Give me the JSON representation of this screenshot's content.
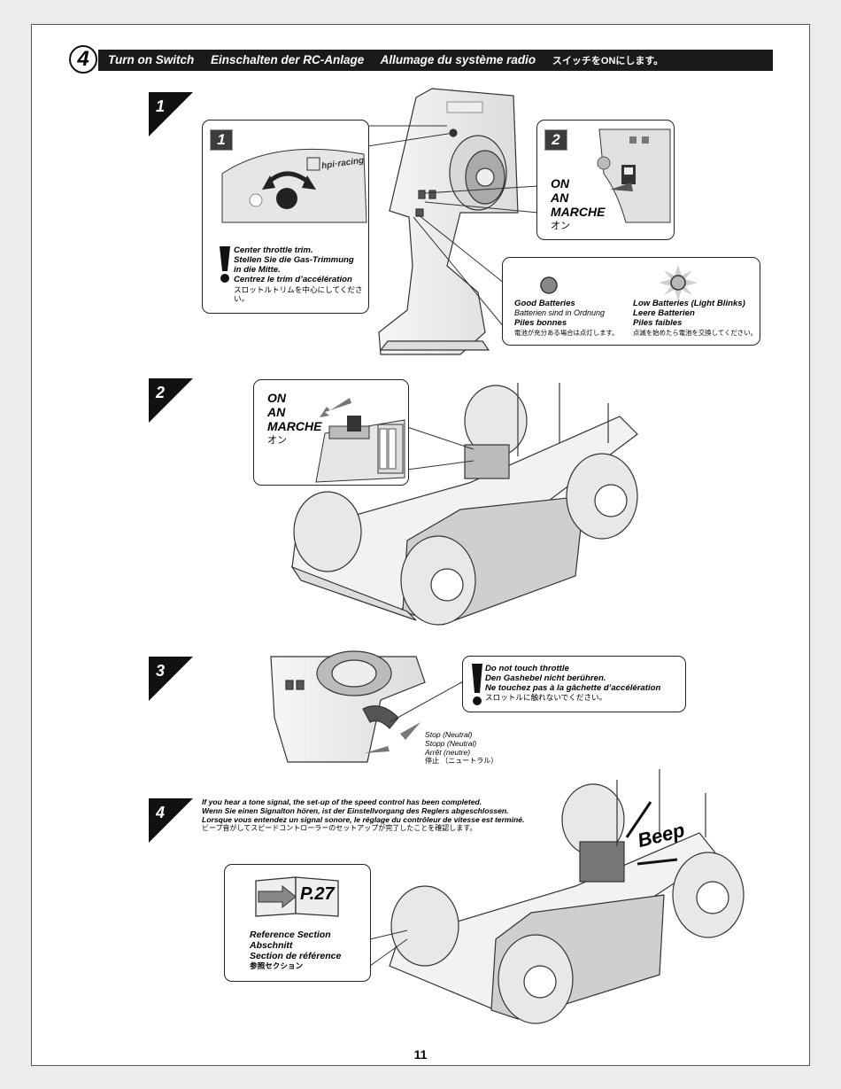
{
  "header": {
    "step_number": "4",
    "title_en": "Turn on Switch",
    "title_de": "Einschalten der RC-Anlage",
    "title_fr": "Allumage du système radio",
    "title_jp": "スイッチをONにします。"
  },
  "steps": {
    "s1": "1",
    "s2": "2",
    "s3": "3",
    "s4": "4"
  },
  "step1": {
    "callout1": {
      "badge": "1",
      "logo_text": "hpi·racing",
      "notes": [
        "Center throttle trim.",
        "Stellen Sie die Gas-Trimmung",
        "in die Mitte.",
        "Centrez le trim d’accélération",
        "スロットルトリムを中心にしてください。"
      ]
    },
    "callout2": {
      "badge": "2",
      "on_labels": [
        "ON",
        "AN",
        "MARCHE",
        "オン"
      ]
    },
    "batteries": {
      "good": [
        "Good Batteries",
        "Batterien sind in Ordnung",
        "Piles bonnes",
        "電池が充分ある場合は点灯します。"
      ],
      "low": [
        "Low Batteries (Light Blinks)",
        "Leere Batterien",
        "Piles faibles",
        "点滅を始めたら電池を交換してください。"
      ]
    }
  },
  "step2": {
    "on_labels": [
      "ON",
      "AN",
      "MARCHE",
      "オン"
    ]
  },
  "step3": {
    "warning": [
      "Do not touch throttle",
      "Den Gashebel nicht berühren.",
      "Ne touchez pas à la gâchette d’accélération",
      "スロットルに触れないでください。"
    ],
    "stop_labels": [
      "Stop (Neutral)",
      "Stopp (Neutral)",
      "Arrêt (neutre)",
      "停止 （ニュートラル）"
    ]
  },
  "step4": {
    "text": [
      "If you hear a tone signal, the set-up of the speed control has been completed.",
      "Wenn Sie einen Signalton hören, ist der Einstellvorgang des Reglers abgeschlossen.",
      "Lorsque vous entendez un signal sonore, le réglage du contrôleur de vitesse est terminé.",
      "ビープ音がしてスピードコントローラーのセットアップが完了したことを確認します。"
    ],
    "beep": "Beep",
    "reference": {
      "page": "P.27",
      "labels": [
        "Reference Section",
        "Abschnitt",
        "Section de référence",
        "参照セクション"
      ]
    }
  },
  "page_number": "11",
  "colors": {
    "header_bg": "#1a1a1a",
    "drawing_fill": "#efefef",
    "line": "#333333",
    "battery_low": "#b8b8b8"
  }
}
